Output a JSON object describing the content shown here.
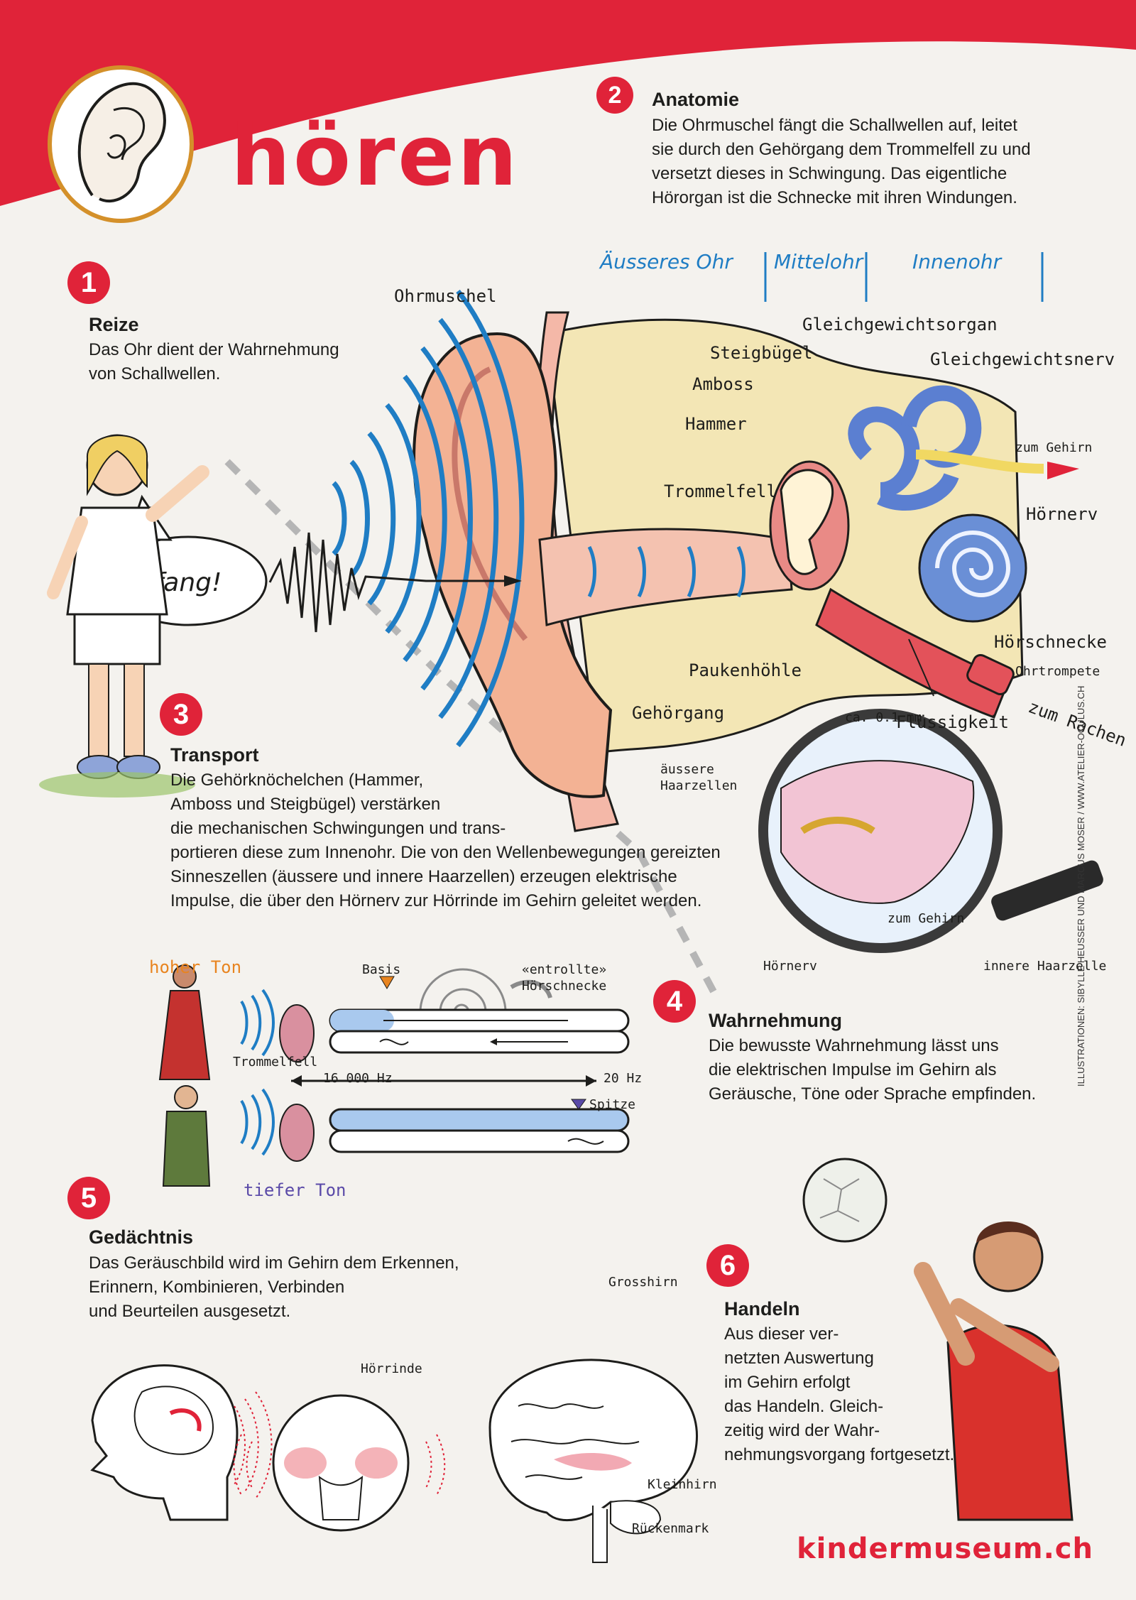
{
  "title": "hören",
  "sections": [
    {
      "number": "1",
      "title": "Reize",
      "lines": [
        "Das Ohr dient der Wahrnehmung",
        "von Schallwellen."
      ]
    },
    {
      "number": "2",
      "title": "Anatomie",
      "lines": [
        "Die Ohrmuschel fängt die Schallwellen auf, leitet",
        "sie durch den Gehörgang dem Trommelfell zu und",
        "versetzt dieses in Schwingung. Das eigentliche",
        "Hörorgan ist die Schnecke mit ihren Windungen."
      ]
    },
    {
      "number": "3",
      "title": "Transport",
      "lines": [
        "Die Gehörknöchelchen (Hammer,",
        "Amboss und Steigbügel) verstärken",
        "die mechanischen Schwingungen und trans-",
        "portieren diese zum Innenohr. Die von den Wellenbewegungen gereizten",
        "Sinneszellen (äussere und innere Haarzellen) erzeugen elektrische",
        "Impulse, die über den Hörnerv zur Hörrinde im Gehirn geleitet werden."
      ]
    },
    {
      "number": "4",
      "title": "Wahrnehmung",
      "lines": [
        "Die bewusste Wahrnehmung lässt uns",
        "die elektrischen Impulse im Gehirn als",
        "Geräusche, Töne oder Sprache empfinden."
      ]
    },
    {
      "number": "5",
      "title": "Gedächtnis",
      "lines": [
        "Das Geräuschbild wird im Gehirn dem Erkennen,",
        "Erinnern, Kombinieren, Verbinden",
        "und Beurteilen ausgesetzt."
      ]
    },
    {
      "number": "6",
      "title": "Handeln",
      "lines": [
        "Aus dieser ver-",
        "netzten Auswertung",
        "im Gehirn erfolgt",
        "das Handeln. Gleich-",
        "zeitig wird der Wahr-",
        "nehmungsvorgang fortgesetzt."
      ]
    }
  ],
  "ear_regions": {
    "outer": "Äusseres Ohr",
    "middle": "Mittelohr",
    "inner": "Innenohr"
  },
  "ear_labels": {
    "ohrmuschel": "Ohrmuschel",
    "gleichgewichtsorgan": "Gleichgewichtsorgan",
    "steigbuegel": "Steigbügel",
    "gleichgewichtsnerv": "Gleichgewichtsnerv",
    "amboss": "Amboss",
    "hammer": "Hammer",
    "zum_gehirn": "zum Gehirn",
    "trommelfell": "Trommelfell",
    "hoernerv": "Hörnerv",
    "hoerschnecke": "Hörschnecke",
    "ohrtrompete": "Ohrtrompete",
    "zum_rachen": "zum Rachen",
    "paukenhoehle": "Paukenhöhle",
    "gehoergang": "Gehörgang"
  },
  "speech_bubble": "fang!",
  "magnifier": {
    "scale": "ca. 0.1 mm",
    "fluessigkeit": "Flüssigkeit",
    "aeussere_haarzellen": [
      "äussere",
      "Haarzellen"
    ],
    "zum_gehirn": "zum Gehirn",
    "hoernerv": "Hörnerv",
    "innere_haarzelle": "innere Haarzelle"
  },
  "tone": {
    "hoher_ton": "hoher Ton",
    "tiefer_ton": "tiefer Ton",
    "basis": "Basis",
    "entrollte": [
      "«entrollte»",
      "Hörschnecke"
    ],
    "trommelfell": "Trommelfell",
    "freq_high": "16 000 Hz",
    "freq_low": "20 Hz",
    "spitze": "Spitze"
  },
  "brain": {
    "grosshirn": "Grosshirn",
    "hoerrinde": "Hörrinde",
    "kleinhirn": "Kleinhirn",
    "rueckenmark": "Rückenmark"
  },
  "website": "kindermuseum.ch",
  "credit": "ILLUSTRATIONEN: SIBYLLE HEUSSER UND MARCUS MOSER / WWW.ATELIER-OCULUS.CH",
  "colors": {
    "red": "#e02339",
    "blue": "#1f7dc4",
    "cream": "#f4f2ee"
  }
}
